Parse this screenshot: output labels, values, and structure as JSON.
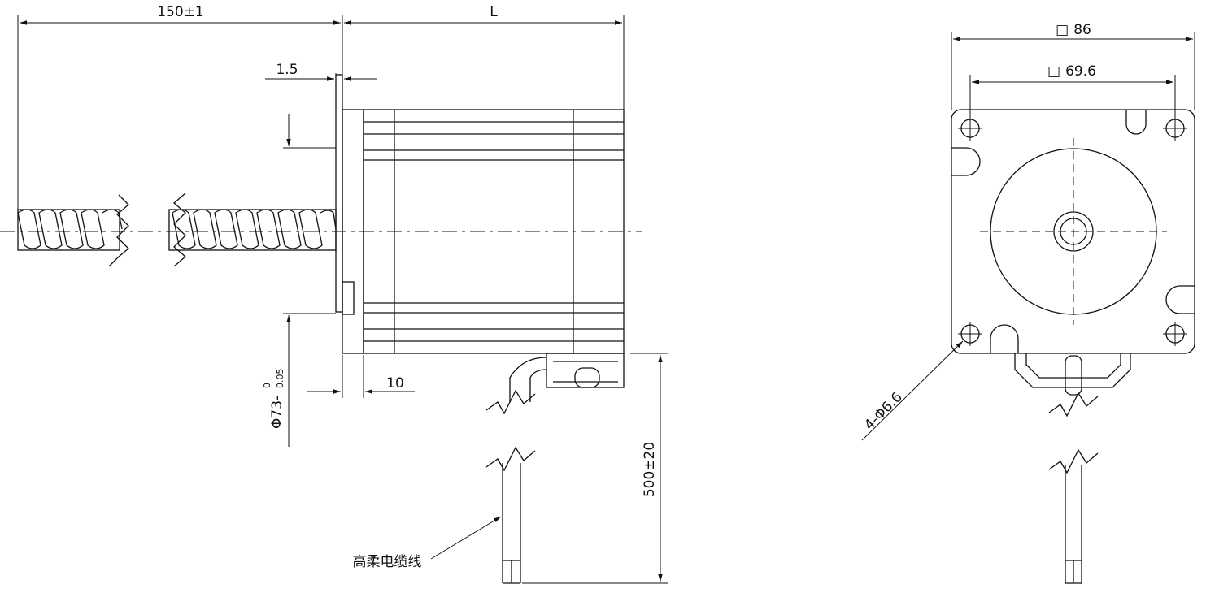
{
  "dimensions": {
    "screw_length": "150±1",
    "body_length": "L",
    "flange_thickness": "1.5",
    "boss_depth": "10",
    "boss_dia_main": "Φ73-",
    "boss_tol_upper": "0",
    "boss_tol_lower": "0.05",
    "cable_length": "500±20",
    "outer_square": "86",
    "hole_pitch_square": "69.6",
    "mount_holes": "4-Φ6.6"
  },
  "labels": {
    "cable": "高柔电缆线"
  },
  "symbols": {
    "square": "□"
  },
  "colors": {
    "line": "#111111",
    "motor_body": "#d9d9d9",
    "screw_fill": "#ffffff"
  }
}
